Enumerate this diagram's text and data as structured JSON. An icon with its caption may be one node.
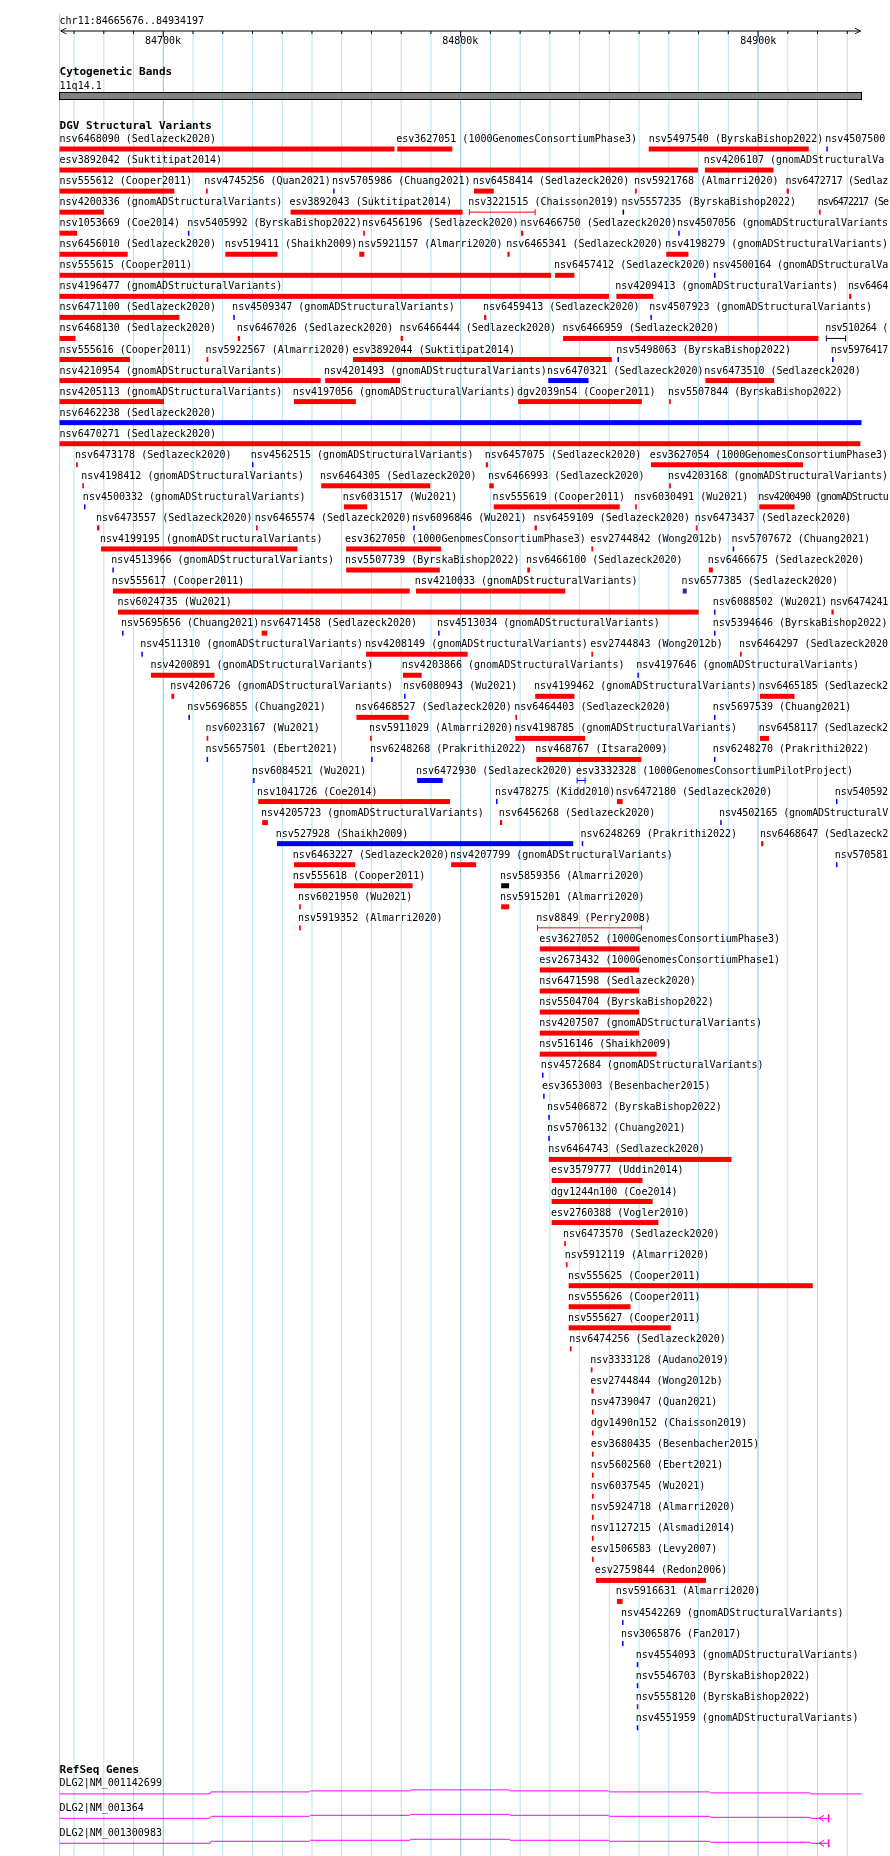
{
  "diagram": {
    "title": "chr11:84665676..84934197",
    "labels": [
      "84700k",
      "84800k",
      "84900k",
      "Cytogenetic Bands",
      "11q14.1",
      "DGV Structural Variants",
      "nsv6468090 (Sedlazeck2020)",
      "esv3627051 (1000GenomesConsortiumPhase3)",
      "nsv5497540 (ByrskaBishop2022)",
      "nsv4507500",
      "esv3892042 (Suktitipat2014)",
      "nsv4206107 (gnomADStructuralVa",
      "nsv555612 (Cooper2011)",
      "nsv4745256 (Quan2021)",
      "nsv5705986 (Chuang2021)",
      "nsv6458414 (Sedlazeck2020)",
      "nsv5921768 (Almarri2020)",
      "nsv6472717 (Sedlaz",
      "nsv4200336 (gnomADStructuralVariants)",
      "esv3892043 (Suktitipat2014)",
      "nsv3221515 (Chaisson2019)",
      "nsv5557235 (ByrskaBishop2022)",
      "nsv6472217 (Se",
      "nsv1053669 (Coe2014)",
      "nsv5405992 (ByrskaBishop2022)",
      "nsv6456196 (Sedlazeck2020)",
      "nsv6466750 (Sedlazeck2020)",
      "nsv4507056 (gnomADStructuralVariants",
      "nsv6456010 (Sedlazeck2020)",
      "nsv519411 (Shaikh2009)",
      "nsv5921157 (Almarri2020)",
      "nsv6465341 (Sedlazeck2020)",
      "nsv4198279 (gnomADStructuralVariants)",
      "nsv555615 (Cooper2011)",
      "nsv6457412 (Sedlazeck2020)",
      "nsv4500164 (gnomADStructuralVa",
      "nsv4196477 (gnomADStructuralVariants)",
      "nsv4209413 (gnomADStructuralVariants)",
      "nsv6464",
      "nsv6471100 (Sedlazeck2020)",
      "nsv4509347 (gnomADStructuralVariants)",
      "nsv6459413 (Sedlazeck2020)",
      "nsv4507923 (gnomADStructuralVariants)",
      "nsv6468130 (Sedlazeck2020)",
      "nsv6467026 (Sedlazeck2020)",
      "nsv6466444 (Sedlazeck2020)",
      "nsv6466959 (Sedlazeck2020)",
      "nsv510264 (",
      "nsv555616 (Cooper2011)",
      "nsv5922567 (Almarri2020)",
      "esv3892044 (Suktitipat2014)",
      "nsv5498063 (ByrskaBishop2022)",
      "nsv5976417",
      "nsv4210954 (gnomADStructuralVariants)",
      "nsv4201493 (gnomADStructuralVariants)",
      "nsv6470321 (Sedlazeck2020)",
      "nsv6473510 (Sedlazeck2020)",
      "nsv4205113 (gnomADStructuralVariants)",
      "nsv4197056 (gnomADStructuralVariants)",
      "dgv2039n54 (Cooper2011)",
      "nsv5507844 (ByrskaBishop2022)",
      "nsv6462238 (Sedlazeck2020)",
      "nsv6470271 (Sedlazeck2020)",
      "nsv6473178 (Sedlazeck2020)",
      "nsv4562515 (gnomADStructuralVariants)",
      "nsv6457075 (Sedlazeck2020)",
      "esv3627054 (1000GenomesConsortiumPhase3)",
      "nsv4198412 (gnomADStructuralVariants)",
      "nsv6464305 (Sedlazeck2020)",
      "nsv6466993 (Sedlazeck2020)",
      "nsv4203168 (gnomADStructuralVariants)",
      "nsv4500332 (gnomADStructuralVariants)",
      "nsv6031517 (Wu2021)",
      "nsv555619 (Cooper2011)",
      "nsv6030491 (Wu2021)",
      "nsv4200490 (gnomADStructu",
      "nsv6473557 (Sedlazeck2020)",
      "nsv6465574 (Sedlazeck2020)",
      "nsv6096846 (Wu2021)",
      "nsv6459109 (Sedlazeck2020)",
      "nsv6473437 (Sedlazeck2020)",
      "nsv4199195 (gnomADStructuralVariants)",
      "esv3627050 (1000GenomesConsortiumPhase3)",
      "esv2744842 (Wong2012b)",
      "nsv5707672 (Chuang2021)",
      "nsv4513966 (gnomADStructuralVariants)",
      "nsv5507739 (ByrskaBishop2022)",
      "nsv6466100 (Sedlazeck2020)",
      "nsv6466675 (Sedlazeck2020)",
      "nsv555617 (Cooper2011)",
      "nsv4210033 (gnomADStructuralVariants)",
      "nsv6577385 (Sedlazeck2020)",
      "nsv6024735 (Wu2021)",
      "nsv6088502 (Wu2021)",
      "nsv6474241",
      "nsv5695656 (Chuang2021)",
      "nsv6471458 (Sedlazeck2020)",
      "nsv4513034 (gnomADStructuralVariants)",
      "nsv5394646 (ByrskaBishop2022)",
      "nsv4511310 (gnomADStructuralVariants)",
      "nsv4208149 (gnomADStructuralVariants)",
      "esv2744843 (Wong2012b)",
      "nsv6464297 (Sedlazeck2020",
      "nsv4200891 (gnomADStructuralVariants)",
      "nsv4203866 (gnomADStructuralVariants)",
      "nsv4197646 (gnomADStructuralVariants)",
      "nsv4206726 (gnomADStructuralVariants)",
      "nsv6080943 (Wu2021)",
      "nsv4199462 (gnomADStructuralVariants)",
      "nsv6465185 (Sedlazeck2",
      "nsv5696855 (Chuang2021)",
      "nsv6468527 (Sedlazeck2020)",
      "nsv6464403 (Sedlazeck2020)",
      "nsv5697539 (Chuang2021)",
      "nsv6023167 (Wu2021)",
      "nsv5911029 (Almarri2020)",
      "nsv4198785 (gnomADStructuralVariants)",
      "nsv6458117 (Sedlazeck2",
      "nsv5657501 (Ebert2021)",
      "nsv6248268 (Prakrithi2022)",
      "nsv468767 (Itsara2009)",
      "nsv6248270 (Prakrithi2022)",
      "nsv6084521 (Wu2021)",
      "nsv6472930 (Sedlazeck2020)",
      "esv3332328 (1000GenomesConsortiumPilotProject)",
      "nsv1041726 (Coe2014)",
      "nsv478275 (Kidd2010)",
      "nsv6472180 (Sedlazeck2020)",
      "nsv540592",
      "nsv4205723 (gnomADStructuralVariants)",
      "nsv6456268 (Sedlazeck2020)",
      "nsv4502165 (gnomADStructuralV",
      "nsv527928 (Shaikh2009)",
      "nsv6248269 (Prakrithi2022)",
      "nsv6468647 (Sedlazeck2",
      "nsv6463227 (Sedlazeck2020)",
      "nsv4207799 (gnomADStructuralVariants)",
      "nsv570581",
      "nsv555618 (Cooper2011)",
      "nsv5859356 (Almarri2020)",
      "nsv6021950 (Wu2021)",
      "nsv5915201 (Almarri2020)",
      "nsv5919352 (Almarri2020)",
      "nsv8849 (Perry2008)",
      "esv3627052 (1000GenomesConsortiumPhase3)",
      "esv2673432 (1000GenomesConsortiumPhase1)",
      "nsv6471598 (Sedlazeck2020)",
      "nsv5504704 (ByrskaBishop2022)",
      "nsv4207507 (gnomADStructuralVariants)",
      "nsv516146 (Shaikh2009)",
      "nsv4572684 (gnomADStructuralVariants)",
      "esv3653003 (Besenbacher2015)",
      "nsv5406872 (ByrskaBishop2022)",
      "nsv5706132 (Chuang2021)",
      "nsv6464743 (Sedlazeck2020)",
      "esv3579777 (Uddin2014)",
      "dgv1244n100 (Coe2014)",
      "esv2760388 (Vogler2010)",
      "nsv6473570 (Sedlazeck2020)",
      "nsv5912119 (Almarri2020)",
      "nsv555625 (Cooper2011)",
      "nsv555626 (Cooper2011)",
      "nsv555627 (Cooper2011)",
      "nsv6474256 (Sedlazeck2020)",
      "nsv3333128 (Audano2019)",
      "esv2744844 (Wong2012b)",
      "nsv4739047 (Quan2021)",
      "dgv1490n152 (Chaisson2019)",
      "esv3680435 (Besenbacher2015)",
      "nsv5602560 (Ebert2021)",
      "nsv6037545 (Wu2021)",
      "nsv5924718 (Almarri2020)",
      "nsv1127215 (Alsmadi2014)",
      "esv1506583 (Levy2007)",
      "esv2759844 (Redon2006)",
      "nsv5916631 (Almarri2020)",
      "nsv4542269 (gnomADStructuralVariants)",
      "nsv3065876 (Fan2017)",
      "nsv4554093 (gnomADStructuralVariants)",
      "nsv5546703 (ByrskaBishop2022)",
      "nsv5558120 (ByrskaBishop2022)",
      "nsv4551959 (gnomADStructuralVariants)",
      "RefSeq Genes",
      "DLG2|NM_001142699",
      "DLG2|NM_001364",
      "DLG2|NM_001300983"
    ]
  }
}
